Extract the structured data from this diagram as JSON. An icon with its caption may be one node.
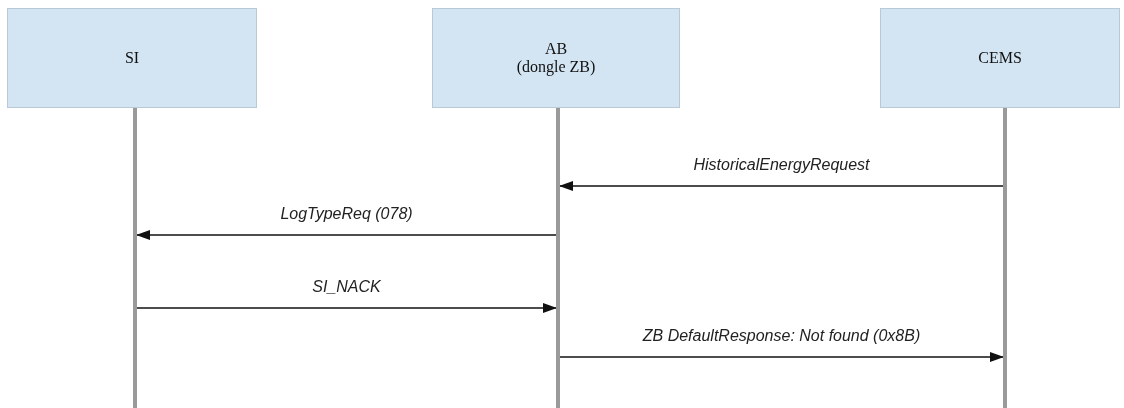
{
  "diagram": {
    "nodes": [
      {
        "text": [
          "SI"
        ]
      },
      {
        "text": [
          "AB",
          "(dongle ZB)"
        ]
      },
      {
        "text": [
          "CEMS"
        ]
      },
      {
        "text": [],
        "shape": "bar"
      },
      {
        "text": [],
        "shape": "bar"
      },
      {
        "text": [],
        "shape": "bar"
      }
    ],
    "edges": [
      {
        "from": 5,
        "to": 4,
        "arrow": "to",
        "label": "HistoricalEnergyRequest"
      },
      {
        "from": 4,
        "to": 3,
        "arrow": "to",
        "label": "LogTypeReq (078)"
      },
      {
        "from": 3,
        "to": 4,
        "arrow": "to",
        "label": "SI_NACK"
      },
      {
        "from": 4,
        "to": 5,
        "arrow": "to",
        "label": "ZB DefaultResponse: Not found (0x8B)"
      }
    ]
  }
}
